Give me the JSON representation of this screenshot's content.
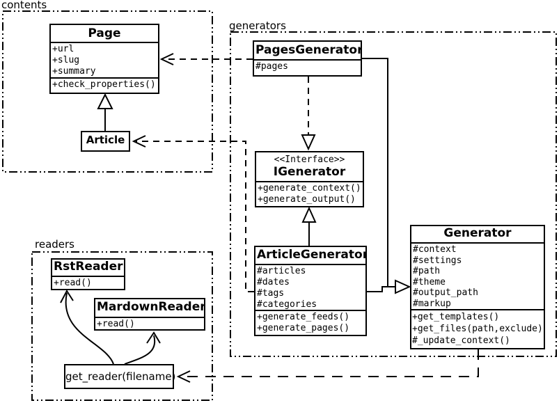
{
  "diagram": {
    "title": "Pelican UML class diagram",
    "background_color": "#ffffff",
    "line_color": "#000000"
  },
  "packages": {
    "contents": {
      "label": "contents"
    },
    "generators": {
      "label": "generators"
    },
    "readers": {
      "label": "readers"
    }
  },
  "classes": {
    "page": {
      "name": "Page",
      "attributes": [
        "+url",
        "+slug",
        "+summary"
      ],
      "methods": [
        "+check_properties()"
      ]
    },
    "article": {
      "name": "Article"
    },
    "pages_generator": {
      "name": "PagesGenerator",
      "attributes": [
        "#pages"
      ]
    },
    "igenerator": {
      "stereotype": "<<Interface>>",
      "name": "IGenerator",
      "methods": [
        "+generate_context()",
        "+generate_output()"
      ]
    },
    "article_generator": {
      "name": "ArticleGenerator",
      "attributes": [
        "#articles",
        "#dates",
        "#tags",
        "#categories"
      ],
      "methods": [
        "+generate_feeds()",
        "+generate_pages()"
      ]
    },
    "generator": {
      "name": "Generator",
      "attributes": [
        "#context",
        "#settings",
        "#path",
        "#theme",
        "#output_path",
        "#markup"
      ],
      "methods": [
        "+get_templates()",
        "+get_files(path,exclude)",
        "#_update_context()"
      ]
    },
    "rst_reader": {
      "name": "RstReader",
      "methods": [
        "+read()"
      ]
    },
    "mardown_reader": {
      "name": "MardownReader",
      "methods": [
        "+read()"
      ]
    },
    "get_reader": {
      "label": "get_reader(filename)"
    }
  },
  "relations": [
    {
      "from": "Article",
      "to": "Page",
      "type": "generalization"
    },
    {
      "from": "PagesGenerator",
      "to": "Page",
      "type": "dependency"
    },
    {
      "from": "PagesGenerator",
      "to": "IGenerator",
      "type": "realization"
    },
    {
      "from": "PagesGenerator",
      "to": "Generator",
      "type": "generalization"
    },
    {
      "from": "ArticleGenerator",
      "to": "IGenerator",
      "type": "generalization"
    },
    {
      "from": "ArticleGenerator",
      "to": "Generator",
      "type": "generalization"
    },
    {
      "from": "ArticleGenerator",
      "to": "Article",
      "type": "dependency"
    },
    {
      "from": "Generator",
      "to": "get_reader(filename)",
      "type": "dependency"
    },
    {
      "from": "get_reader(filename)",
      "to": "RstReader",
      "type": "arrow"
    },
    {
      "from": "get_reader(filename)",
      "to": "MardownReader",
      "type": "arrow"
    }
  ]
}
